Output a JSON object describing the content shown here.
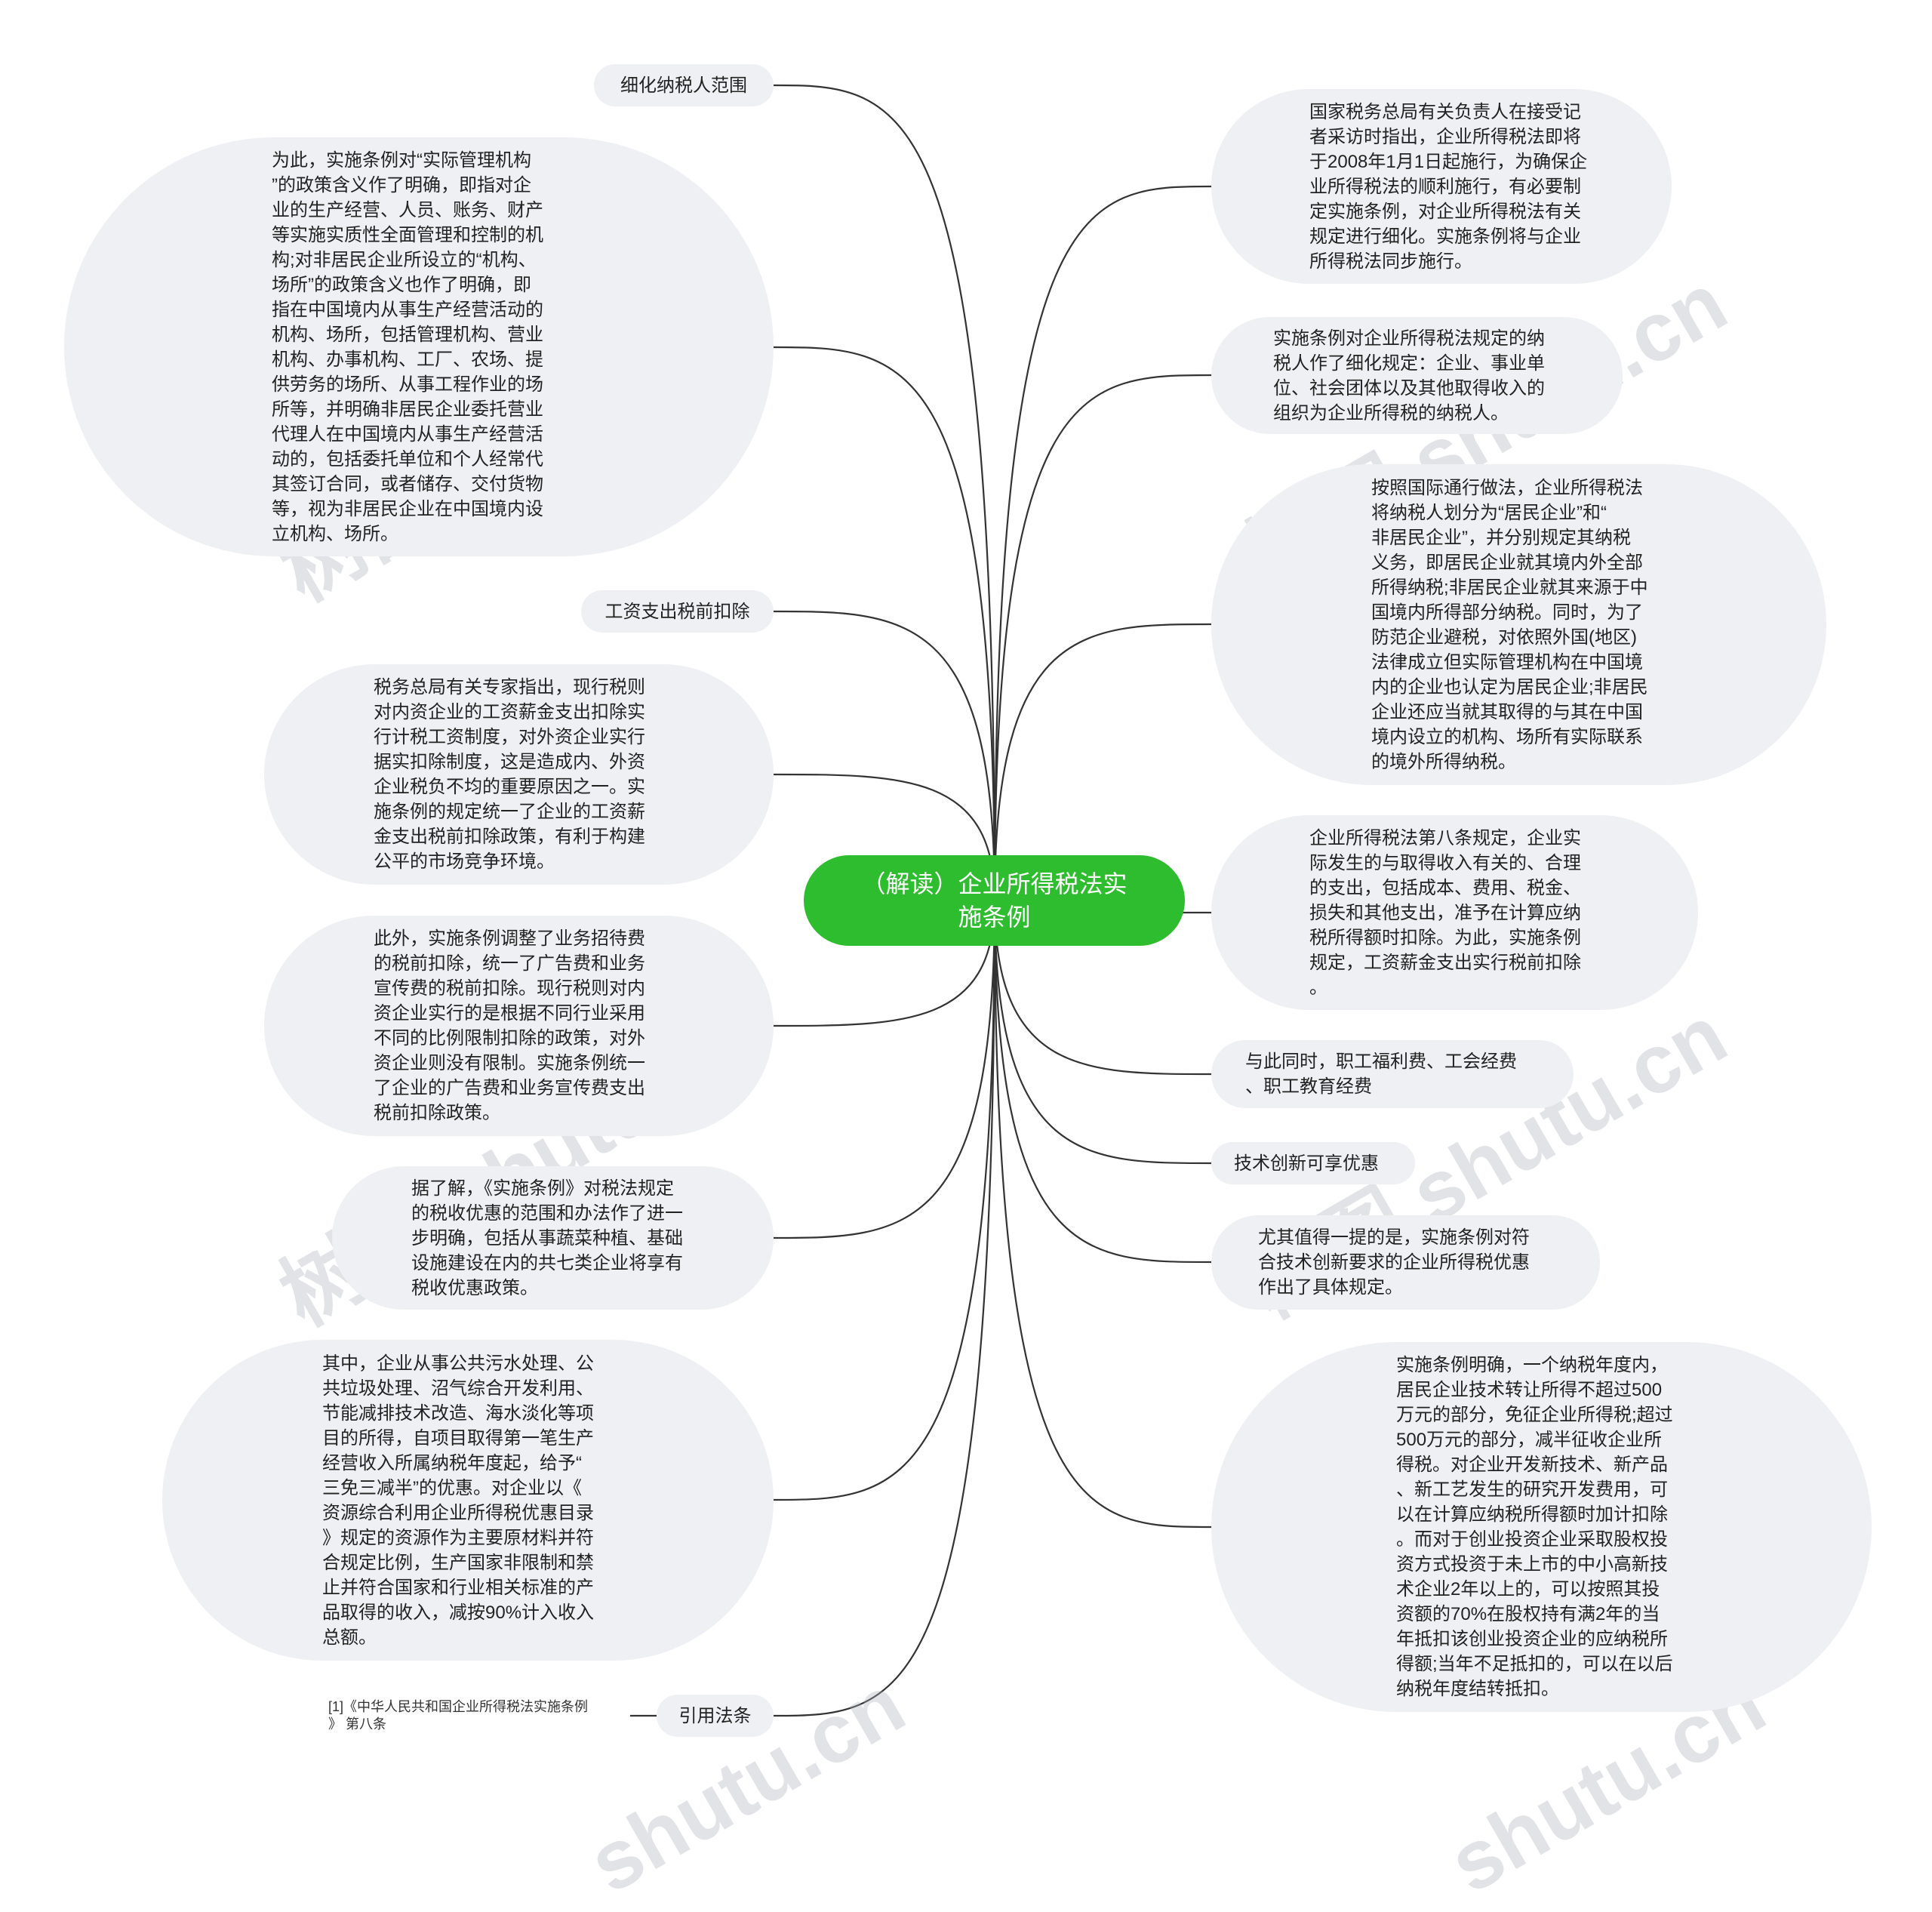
{
  "root": {
    "label": "（解读）企业所得税法实\n施条例"
  },
  "left": {
    "n1": "细化纳税人范围",
    "n2": "为此，实施条例对“实际管理机构\n”的政策含义作了明确，即指对企\n业的生产经营、人员、账务、财产\n等实施实质性全面管理和控制的机\n构;对非居民企业所设立的“机构、\n场所”的政策含义也作了明确，即\n指在中国境内从事生产经营活动的\n机构、场所，包括管理机构、营业\n机构、办事机构、工厂、农场、提\n供劳务的场所、从事工程作业的场\n所等，并明确非居民企业委托营业\n代理人在中国境内从事生产经营活\n动的，包括委托单位和个人经常代\n其签订合同，或者储存、交付货物\n等，视为非居民企业在中国境内设\n立机构、场所。",
    "n3": "工资支出税前扣除",
    "n4": "税务总局有关专家指出，现行税则\n对内资企业的工资薪金支出扣除实\n行计税工资制度，对外资企业实行\n据实扣除制度，这是造成内、外资\n企业税负不均的重要原因之一。实\n施条例的规定统一了企业的工资薪\n金支出税前扣除政策，有利于构建\n公平的市场竞争环境。",
    "n5": "此外，实施条例调整了业务招待费\n的税前扣除，统一了广告费和业务\n宣传费的税前扣除。现行税则对内\n资企业实行的是根据不同行业采用\n不同的比例限制扣除的政策，对外\n资企业则没有限制。实施条例统一\n了企业的广告费和业务宣传费支出\n税前扣除政策。",
    "n6": "据了解，《实施条例》对税法规定\n的税收优惠的范围和办法作了进一\n步明确，包括从事蔬菜种植、基础\n设施建设在内的共七类企业将享有\n税收优惠政策。",
    "n7": "其中，企业从事公共污水处理、公\n共垃圾处理、沼气综合开发利用、\n节能减排技术改造、海水淡化等项\n目的所得，自项目取得第一笔生产\n经营收入所属纳税年度起，给予“\n三免三减半”的优惠。对企业以《\n资源综合利用企业所得税优惠目录\n》规定的资源作为主要原材料并符\n合规定比例，生产国家非限制和禁\n止并符合国家和行业相关标准的产\n品取得的收入，减按90%计入收入\n总额。",
    "n8": "引用法条",
    "n8_ref": "[1]《中华人民共和国企业所得税法实施条例\n》 第八条"
  },
  "right": {
    "r1": "国家税务总局有关负责人在接受记\n者采访时指出，企业所得税法即将\n于2008年1月1日起施行，为确保企\n业所得税法的顺利施行，有必要制\n定实施条例，对企业所得税法有关\n规定进行细化。实施条例将与企业\n所得税法同步施行。",
    "r2": "实施条例对企业所得税法规定的纳\n税人作了细化规定：企业、事业单\n位、社会团体以及其他取得收入的\n组织为企业所得税的纳税人。",
    "r3": "按照国际通行做法，企业所得税法\n将纳税人划分为“居民企业”和“\n非居民企业”，并分别规定其纳税\n义务，即居民企业就其境内外全部\n所得纳税;非居民企业就其来源于中\n国境内所得部分纳税。同时，为了\n防范企业避税，对依照外国(地区)\n法律成立但实际管理机构在中国境\n内的企业也认定为居民企业;非居民\n企业还应当就其取得的与其在中国\n境内设立的机构、场所有实际联系\n的境外所得纳税。",
    "r4": "企业所得税法第八条规定，企业实\n际发生的与取得收入有关的、合理\n的支出，包括成本、费用、税金、\n损失和其他支出，准予在计算应纳\n税所得额时扣除。为此，实施条例\n规定，工资薪金支出实行税前扣除\n。",
    "r5": "与此同时，职工福利费、工会经费\n、职工教育经费",
    "r6": "技术创新可享优惠",
    "r7": "尤其值得一提的是，实施条例对符\n合技术创新要求的企业所得税优惠\n作出了具体规定。",
    "r8": "实施条例明确，一个纳税年度内，\n居民企业技术转让所得不超过500\n万元的部分，免征企业所得税;超过\n500万元的部分，减半征收企业所\n得税。对企业开发新技术、新产品\n、新工艺发生的研究开发费用，可\n以在计算应纳税所得额时加计扣除\n。而对于创业投资企业采取股权投\n资方式投资于未上市的中小高新技\n术企业2年以上的，可以按照其投\n资额的70%在股权持有满2年的当\n年抵扣该创业投资企业的应纳税所\n得额;当年不足抵扣的，可以在以后\n纳税年度结转抵扣。"
  },
  "watermarks": [
    "树图 shutu.cn",
    "树图 shutu.cn",
    "树图 shutu.cn",
    "树图 shutu.cn",
    "shutu.cn",
    "shutu.cn"
  ],
  "colors": {
    "root": "#2ebd2e",
    "node_bg": "#eef0f3",
    "edge": "#333333"
  }
}
